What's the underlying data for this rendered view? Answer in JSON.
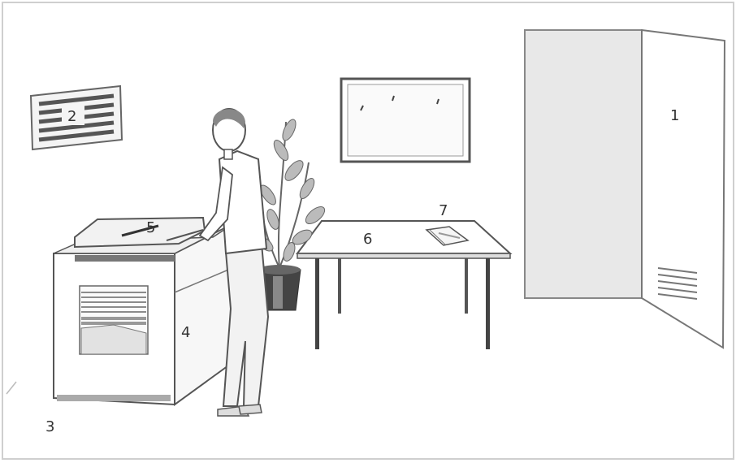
{
  "colors": {
    "background": "#ffffff",
    "line": "#5a5a5a",
    "panel_fill": "#eeeeee",
    "door_fill": "#e6e6e6",
    "frame_outline": "#8a8a8a",
    "label_text": "#333333"
  },
  "labels": {
    "door": "1",
    "wall_vent": "2",
    "floor": "3",
    "copier_body": "4",
    "copier_top": "5",
    "table": "6",
    "document_on_table": "7"
  },
  "objects": {
    "door": "door",
    "wall_vent": "wall-vent",
    "bulletin_board": "bulletin-board",
    "copier": "copier-machine",
    "person": "standing-person",
    "plant": "potted-plant",
    "table": "table",
    "document": "document-stack"
  }
}
